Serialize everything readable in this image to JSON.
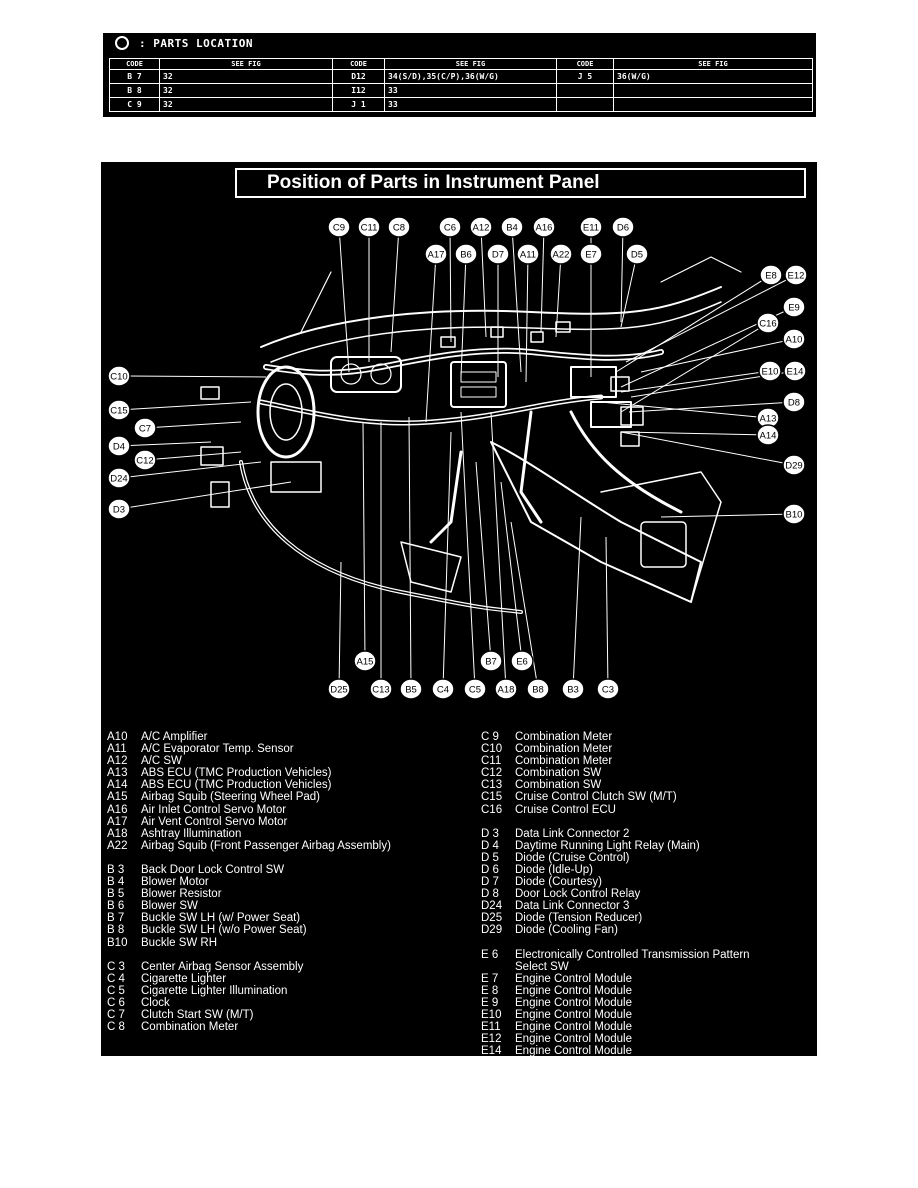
{
  "parts_location": {
    "title": ": PARTS LOCATION",
    "headers": [
      "CODE",
      "SEE FIG",
      "CODE",
      "SEE FIG",
      "CODE",
      "SEE FIG"
    ],
    "rows": [
      [
        "B 7",
        "32",
        "D12",
        "34(S/D),35(C/P),36(W/G)",
        "J 5",
        "36(W/G)"
      ],
      [
        "B 8",
        "32",
        "I12",
        "33",
        "",
        ""
      ],
      [
        "C 9",
        "32",
        "J 1",
        "33",
        "",
        ""
      ]
    ]
  },
  "diagram": {
    "title": "Position of Parts in Instrument Panel",
    "callouts": [
      "C9",
      "C11",
      "C8",
      "C6",
      "A12",
      "B4",
      "A16",
      "E11",
      "D6",
      "A17",
      "B6",
      "D7",
      "A11",
      "A22",
      "E7",
      "D5",
      "E8",
      "E12",
      "E9",
      "C16",
      "A10",
      "C10",
      "E10",
      "E14",
      "D8",
      "C15",
      "A13",
      "C7",
      "A14",
      "D4",
      "C12",
      "D24",
      "D29",
      "D3",
      "B10",
      "A15",
      "B7",
      "E6",
      "D25",
      "C13",
      "B5",
      "C4",
      "C5",
      "A18",
      "B8",
      "B3",
      "C3"
    ]
  },
  "legend": {
    "left": [
      {
        "code": "A10",
        "name": "A/C Amplifier"
      },
      {
        "code": "A11",
        "name": "A/C Evaporator Temp. Sensor"
      },
      {
        "code": "A12",
        "name": "A/C SW"
      },
      {
        "code": "A13",
        "name": "ABS ECU (TMC Production Vehicles)"
      },
      {
        "code": "A14",
        "name": "ABS ECU (TMC Production Vehicles)"
      },
      {
        "code": "A15",
        "name": "Airbag Squib (Steering Wheel Pad)"
      },
      {
        "code": "A16",
        "name": "Air Inlet Control Servo Motor"
      },
      {
        "code": "A17",
        "name": "Air Vent Control Servo Motor"
      },
      {
        "code": "A18",
        "name": "Ashtray Illumination"
      },
      {
        "code": "A22",
        "name": "Airbag Squib (Front Passenger Airbag Assembly)"
      },
      {
        "code": "",
        "name": ""
      },
      {
        "code": "B 3",
        "name": "Back Door Lock Control SW"
      },
      {
        "code": "B 4",
        "name": "Blower Motor"
      },
      {
        "code": "B 5",
        "name": "Blower Resistor"
      },
      {
        "code": "B 6",
        "name": "Blower SW"
      },
      {
        "code": "B 7",
        "name": "Buckle SW LH (w/ Power Seat)"
      },
      {
        "code": "B 8",
        "name": "Buckle SW LH (w/o Power Seat)"
      },
      {
        "code": "B10",
        "name": "Buckle SW RH"
      },
      {
        "code": "",
        "name": ""
      },
      {
        "code": "C 3",
        "name": "Center Airbag Sensor Assembly"
      },
      {
        "code": "C 4",
        "name": "Cigarette Lighter"
      },
      {
        "code": "C 5",
        "name": "Cigarette Lighter Illumination"
      },
      {
        "code": "C 6",
        "name": "Clock"
      },
      {
        "code": "C 7",
        "name": "Clutch Start SW (M/T)"
      },
      {
        "code": "C 8",
        "name": "Combination Meter"
      }
    ],
    "right": [
      {
        "code": "C 9",
        "name": "Combination Meter"
      },
      {
        "code": "C10",
        "name": "Combination Meter"
      },
      {
        "code": "C11",
        "name": "Combination Meter"
      },
      {
        "code": "C12",
        "name": "Combination SW"
      },
      {
        "code": "C13",
        "name": "Combination SW"
      },
      {
        "code": "C15",
        "name": "Cruise Control Clutch SW (M/T)"
      },
      {
        "code": "C16",
        "name": "Cruise Control ECU"
      },
      {
        "code": "",
        "name": ""
      },
      {
        "code": "D 3",
        "name": "Data Link Connector 2"
      },
      {
        "code": "D 4",
        "name": "Daytime Running Light Relay (Main)"
      },
      {
        "code": "D 5",
        "name": "Diode (Cruise Control)"
      },
      {
        "code": "D 6",
        "name": "Diode (Idle-Up)"
      },
      {
        "code": "D 7",
        "name": "Diode (Courtesy)"
      },
      {
        "code": "D 8",
        "name": "Door Lock Control Relay"
      },
      {
        "code": "D24",
        "name": "Data Link Connector 3"
      },
      {
        "code": "D25",
        "name": "Diode (Tension Reducer)"
      },
      {
        "code": "D29",
        "name": "Diode (Cooling Fan)"
      },
      {
        "code": "",
        "name": ""
      },
      {
        "code": "E 6",
        "name": "Electronically Controlled Transmission Pattern"
      },
      {
        "code": "",
        "name": "Select SW"
      },
      {
        "code": "E 7",
        "name": "Engine Control Module"
      },
      {
        "code": "E 8",
        "name": "Engine Control Module"
      },
      {
        "code": "E 9",
        "name": "Engine Control Module"
      },
      {
        "code": "E10",
        "name": "Engine Control Module"
      },
      {
        "code": "E11",
        "name": "Engine Control Module"
      },
      {
        "code": "E12",
        "name": "Engine Control Module"
      },
      {
        "code": "E14",
        "name": "Engine Control Module"
      }
    ]
  }
}
